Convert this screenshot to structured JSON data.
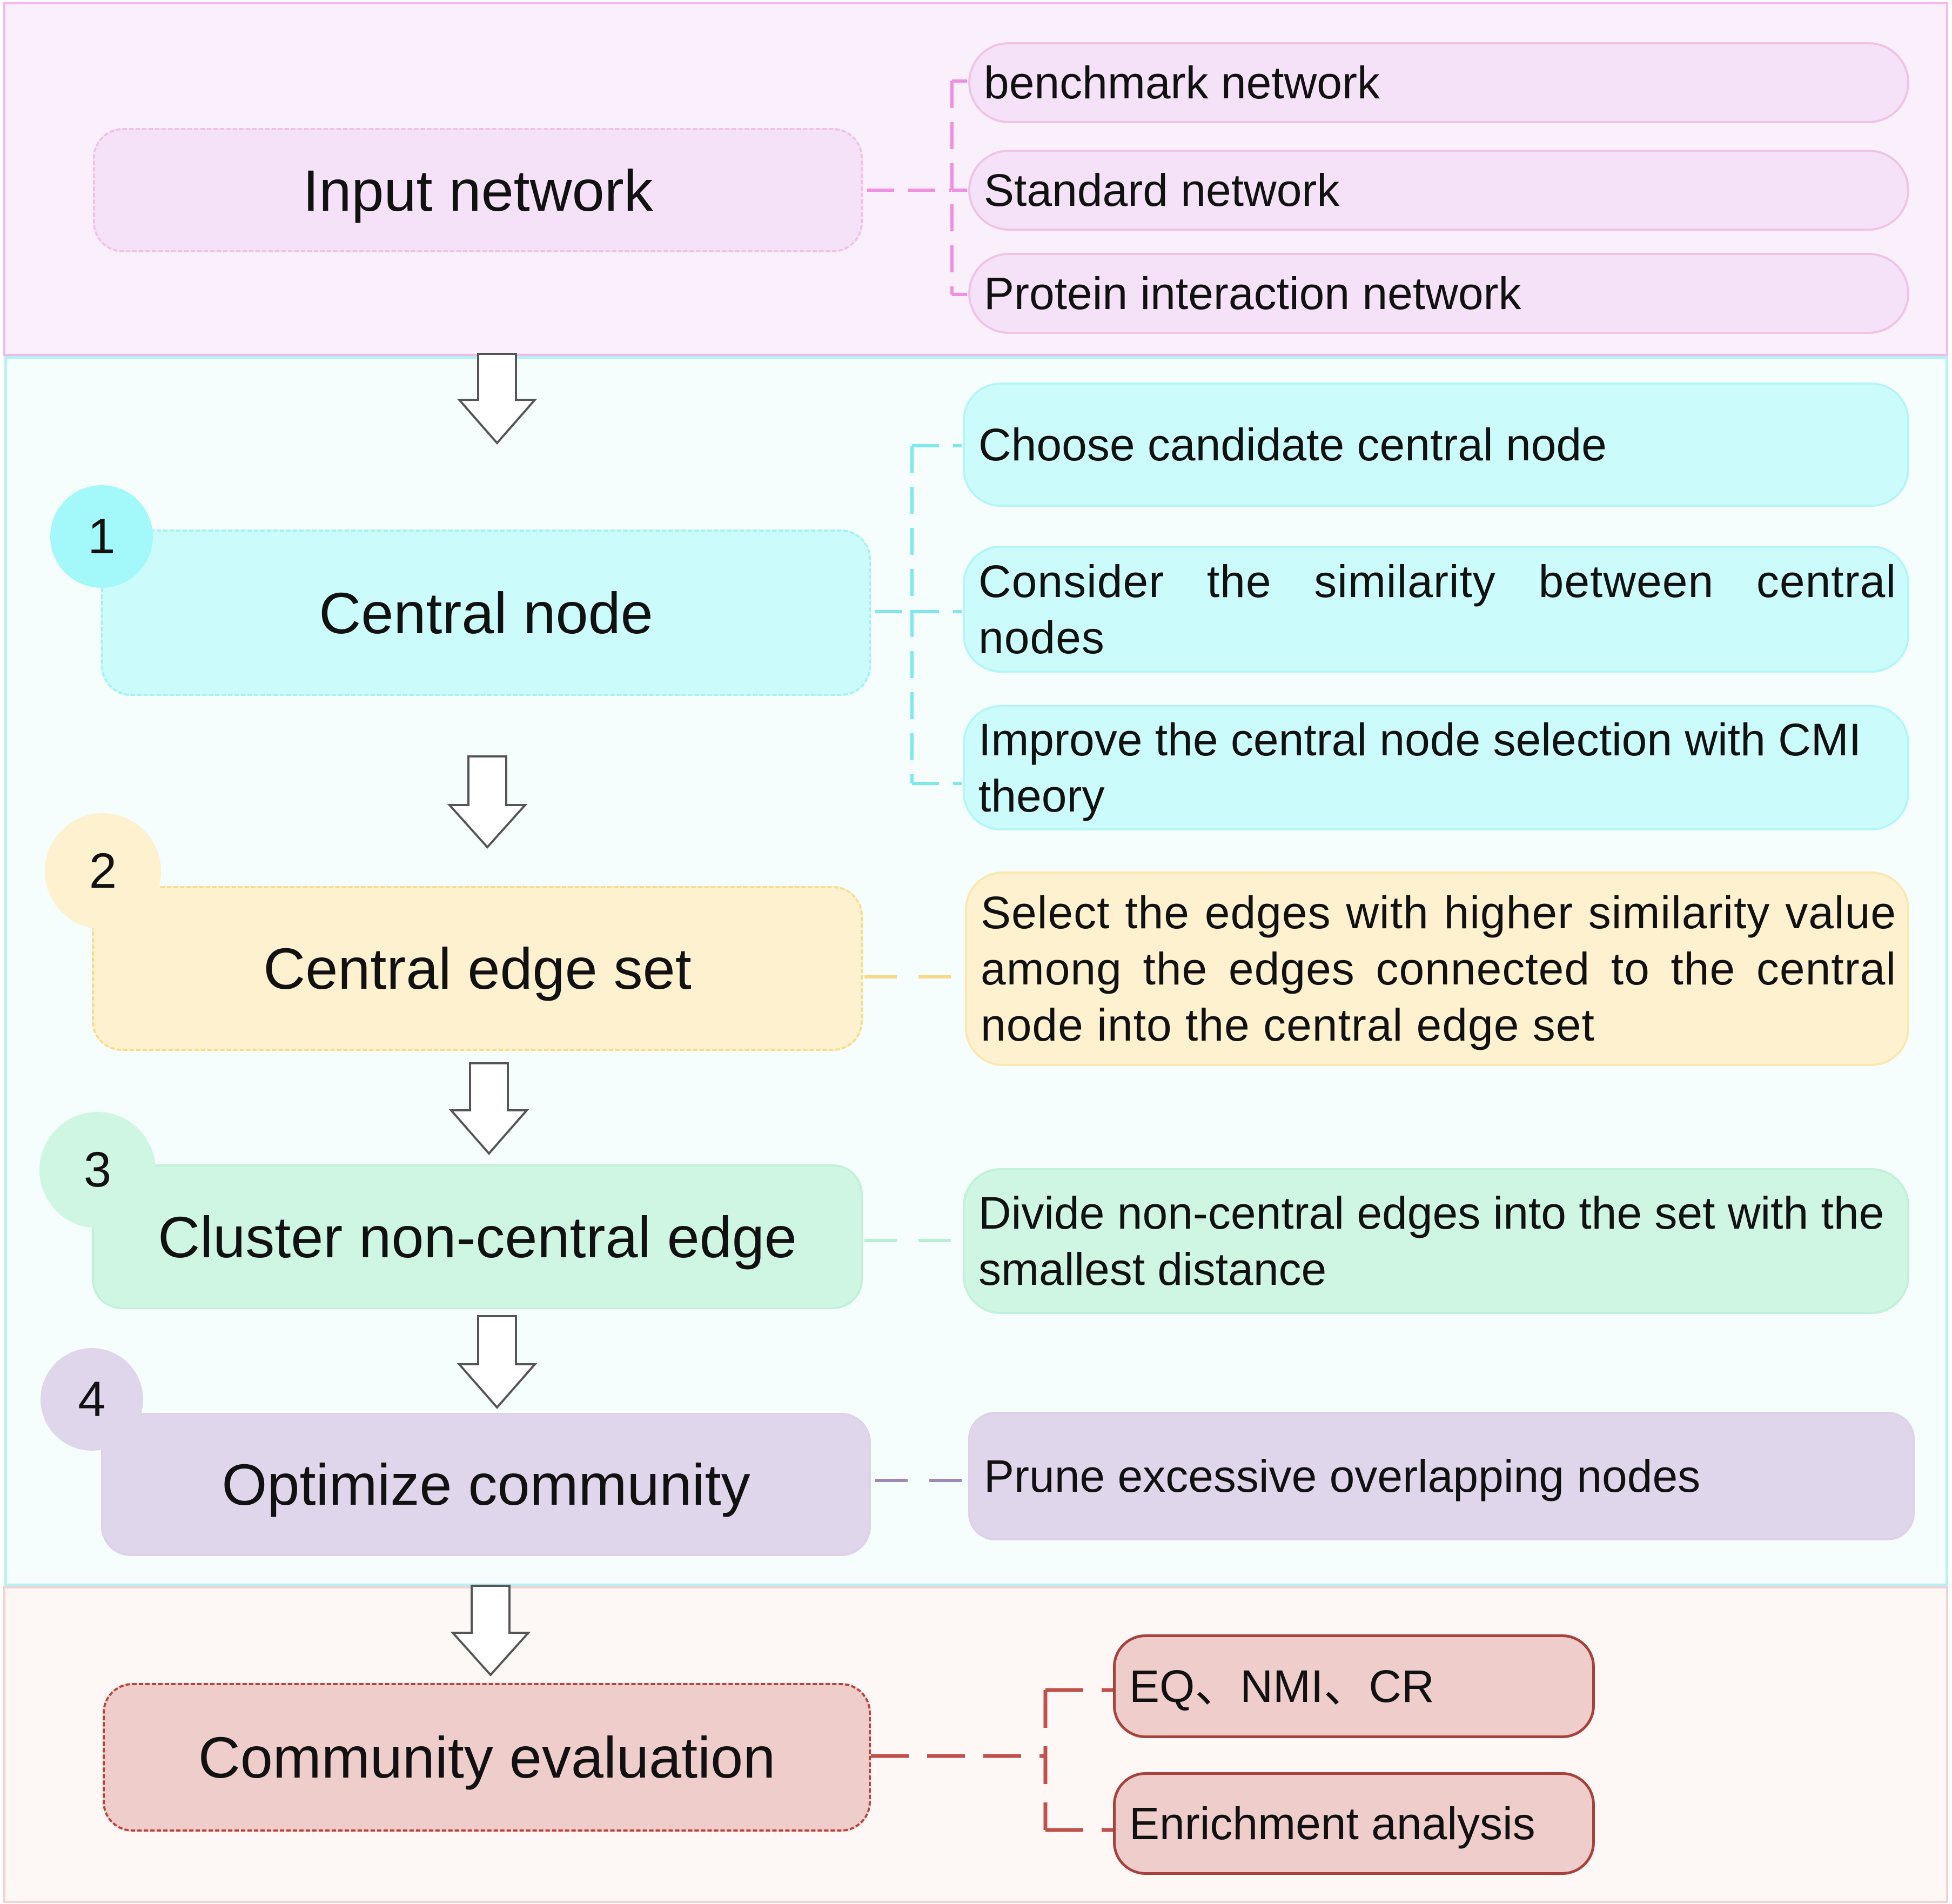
{
  "input": {
    "title": "Input network",
    "items": [
      "benchmark network",
      "Standard network",
      "Protein interaction network"
    ]
  },
  "steps": [
    {
      "number": "1",
      "title": "Central node",
      "details": [
        "Choose candidate central node",
        "Consider the similarity between central nodes",
        "Improve the central node selection with CMI theory"
      ]
    },
    {
      "number": "2",
      "title": "Central edge set",
      "details": [
        "Select the edges with higher similarity value among the edges connected to the central node into the central edge set"
      ]
    },
    {
      "number": "3",
      "title": "Cluster non-central edge",
      "details": [
        "Divide non-central edges into the set with the smallest distance"
      ]
    },
    {
      "number": "4",
      "title": "Optimize community",
      "details": [
        "Prune excessive overlapping nodes"
      ]
    }
  ],
  "evaluation": {
    "title": "Community evaluation",
    "items": [
      "EQ、NMI、CR",
      "Enrichment analysis"
    ]
  },
  "colors": {
    "input": "#f5e2f8",
    "step1": "#cbfcfb",
    "step2": "#fdf1cf",
    "step3": "#cef6e3",
    "step4": "#e0d6ec",
    "evaluation": "#eecdca"
  }
}
